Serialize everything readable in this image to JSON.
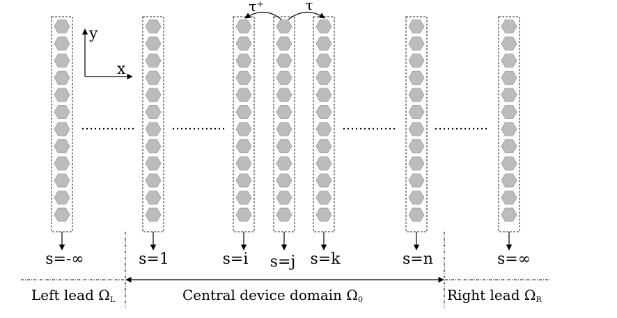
{
  "coordinate_axes": {
    "x_label": "x",
    "y_label": "y"
  },
  "coupling": {
    "left_label": "τ⁺",
    "right_label": "τ"
  },
  "slices": [
    {
      "id": "minus-infinity",
      "label": "s=-∞"
    },
    {
      "id": "one",
      "label": "s=1"
    },
    {
      "id": "i",
      "label": "s=i"
    },
    {
      "id": "j",
      "label": "s=j"
    },
    {
      "id": "k",
      "label": "s=k"
    },
    {
      "id": "n",
      "label": "s=n"
    },
    {
      "id": "infinity",
      "label": "s=∞"
    }
  ],
  "regions": {
    "left": {
      "label": "Left lead Ω",
      "sub": "L"
    },
    "center": {
      "label": "Central device domain Ω",
      "sub": "0"
    },
    "right": {
      "label": "Right lead Ω",
      "sub": "R"
    }
  }
}
